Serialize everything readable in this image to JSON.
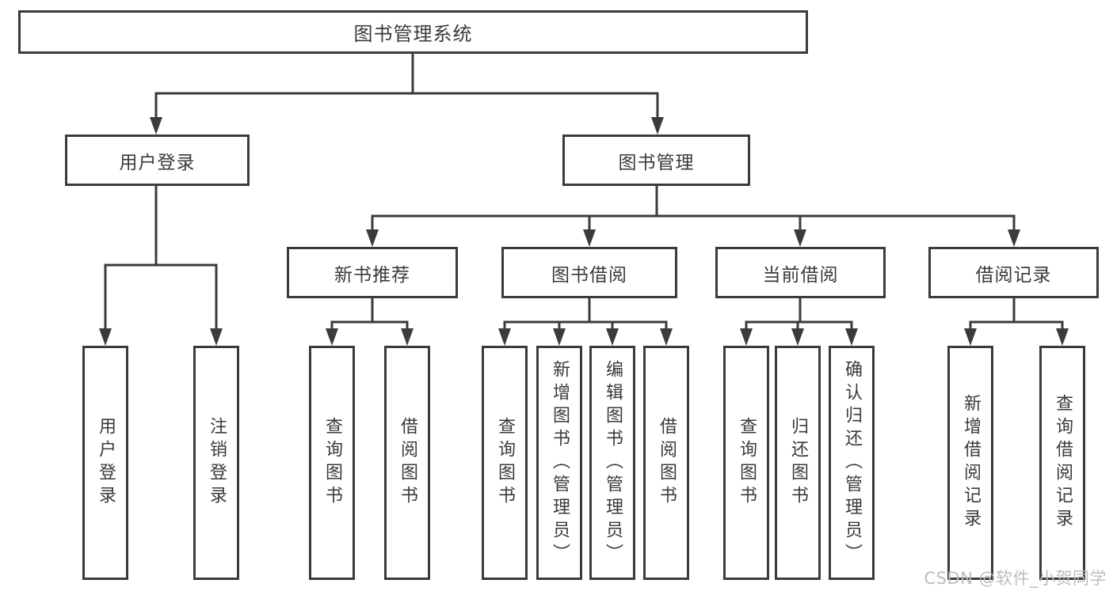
{
  "diagram": {
    "type": "function-structure-tree",
    "colors": {
      "line": "#3b3b3b",
      "border": "#3b3b3b",
      "text": "#3a3a3a",
      "background": "#ffffff",
      "watermark": "#b9bdc3"
    },
    "nodes": {
      "root": {
        "label": "图书管理系统"
      },
      "userLogin": {
        "label": "用户登录"
      },
      "bookMgmt": {
        "label": "图书管理"
      },
      "newBookRec": {
        "label": "新书推荐"
      },
      "bookBorrow": {
        "label": "图书借阅"
      },
      "currentBorrow": {
        "label": "当前借阅"
      },
      "borrowRecords": {
        "label": "借阅记录"
      },
      "leafUserLogin": {
        "label": "用户登录"
      },
      "leafLogout": {
        "label": "注销登录"
      },
      "leafQueryBooks1": {
        "label": "查询图书"
      },
      "leafBorrowBooks1": {
        "label": "借阅图书"
      },
      "leafQueryBooks2": {
        "label": "查询图书"
      },
      "leafAddBook": {
        "label": "新增图书（管理员）"
      },
      "leafEditBook": {
        "label": "编辑图书（管理员）"
      },
      "leafBorrowBooks2": {
        "label": "借阅图书"
      },
      "leafQueryBooks3": {
        "label": "查询图书"
      },
      "leafReturnBook": {
        "label": "归还图书"
      },
      "leafConfirmReturn": {
        "label": "确认归还（管理员）"
      },
      "leafAddRecord": {
        "label": "新增借阅记录"
      },
      "leafQueryRecord": {
        "label": "查询借阅记录"
      }
    },
    "watermark": {
      "text": "CSDN @软件_小贺同学"
    }
  }
}
